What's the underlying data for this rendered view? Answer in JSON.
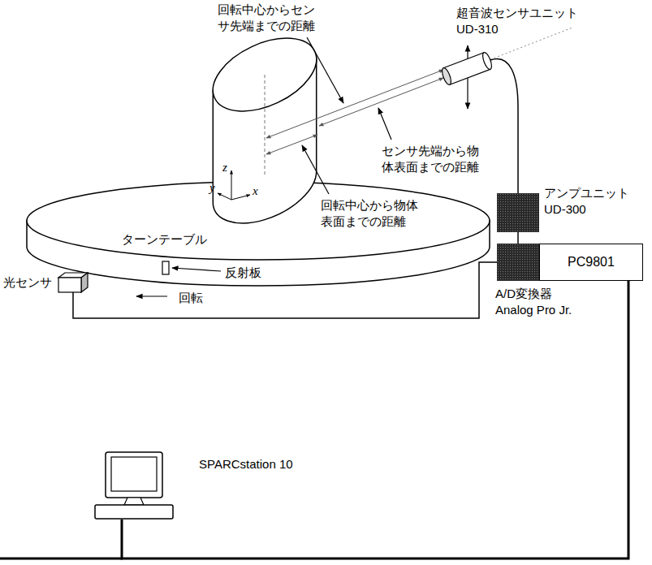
{
  "diagram": {
    "nodes": [
      {
        "text": [
          "超音波センサユニット UD-310"
        ]
      },
      {
        "text": [
          "アンプユニット UD-300"
        ]
      },
      {
        "text": [
          "A/D変換器 Analog Pro Jr."
        ]
      },
      {
        "text": [
          "PC9801"
        ]
      },
      {
        "text": [
          "光センサ"
        ]
      },
      {
        "text": [
          "SPARCstation 10"
        ]
      }
    ],
    "edges": [
      {
        "from": 0,
        "to": 1,
        "arrow": "none"
      },
      {
        "from": 1,
        "to": 2,
        "arrow": "none"
      },
      {
        "from": 4,
        "to": 2,
        "arrow": "none"
      },
      {
        "from": 3,
        "to": 5,
        "arrow": "none"
      }
    ],
    "labels": [
      "回転中心からセンサ先端までの距離",
      "センサ先端から物体表面までの距離",
      "回転中心から物体表面までの距離",
      "z",
      "y",
      "x",
      "ターンテーブル",
      "反射板",
      "回転"
    ]
  }
}
